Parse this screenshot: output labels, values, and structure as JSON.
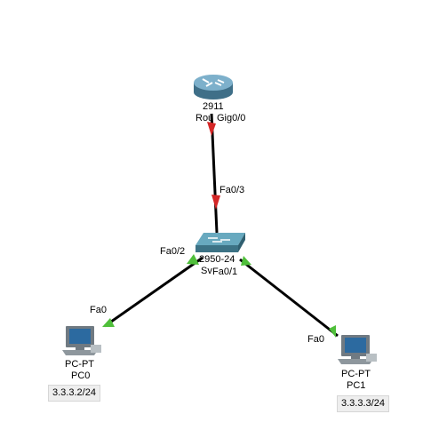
{
  "colors": {
    "link": "#000000",
    "link_down": "#d42727",
    "link_up": "#4fbf3a",
    "router_body": "#5b8fa9",
    "switch_body": "#4e8ea3",
    "pc_screen": "#2c6aa0",
    "note_bg": "#eeeeee"
  },
  "devices": {
    "router": {
      "model": "2911",
      "name": "Rou",
      "icon": "router-icon"
    },
    "switch": {
      "model": "2950-24",
      "name": "Sv",
      "icon": "switch-icon"
    },
    "pc0": {
      "model": "PC-PT",
      "name": "PC0",
      "ip": "3.3.3.2/24",
      "icon": "pc-icon"
    },
    "pc1": {
      "model": "PC-PT",
      "name": "PC1",
      "ip": "3.3.3.3/24",
      "icon": "pc-icon"
    }
  },
  "links": {
    "router_switch": {
      "a_port": "Gig0/0",
      "b_port": "Fa0/3",
      "status": "down"
    },
    "switch_pc0": {
      "a_port": "Fa0/2",
      "b_port": "Fa0",
      "status": "up"
    },
    "switch_pc1": {
      "a_port": "Fa0/1",
      "b_port": "Fa0",
      "status": "up"
    }
  }
}
